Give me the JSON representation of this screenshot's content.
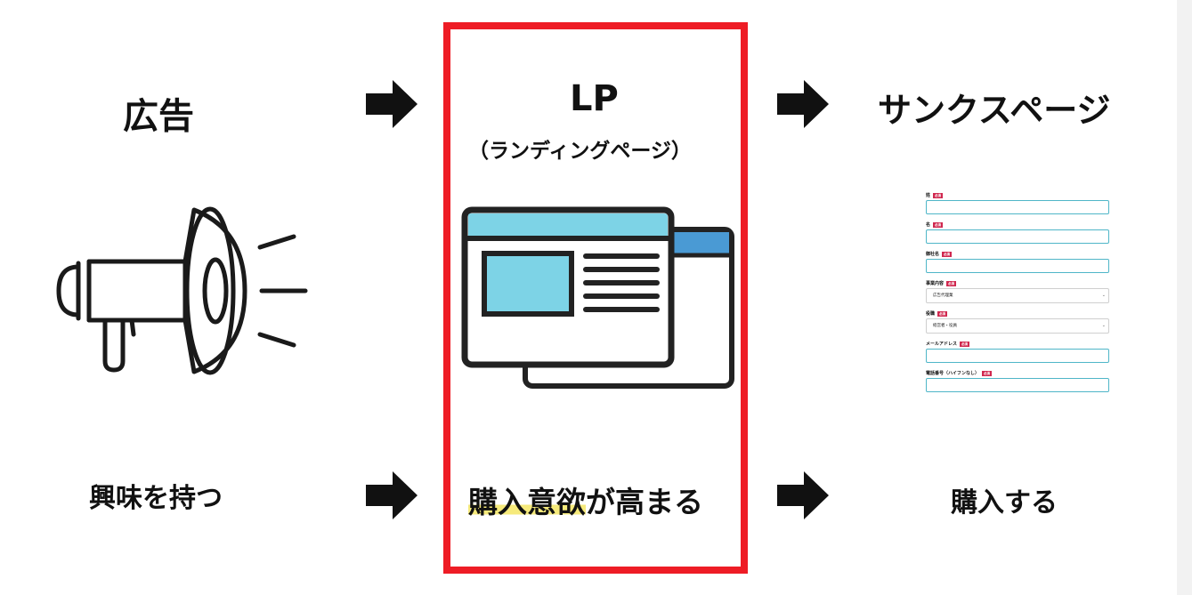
{
  "flow": {
    "step1": {
      "title": "広告",
      "caption": "興味を持つ"
    },
    "step2": {
      "title": "LP",
      "subtitle": "（ランディングページ）",
      "caption_highlight": "購入意欲",
      "caption_rest": "が高まる"
    },
    "step3": {
      "title": "サンクスページ",
      "caption": "購入する"
    }
  },
  "icons": {
    "megaphone": "megaphone-icon",
    "browser": "browser-windows-icon",
    "arrow": "arrow-right-icon"
  },
  "form": {
    "fields": [
      {
        "label": "姓",
        "badge": "必須",
        "type": "input"
      },
      {
        "label": "名",
        "badge": "必須",
        "type": "input"
      },
      {
        "label": "御社名",
        "badge": "必須",
        "type": "input"
      },
      {
        "label": "事業内容",
        "badge": "必須",
        "type": "select",
        "value": "広告代理業"
      },
      {
        "label": "役職",
        "badge": "必須",
        "type": "select",
        "value": "経営者・役員"
      },
      {
        "label": "メールアドレス",
        "badge": "必須",
        "type": "input"
      },
      {
        "label": "電話番号（ハイフンなし）",
        "badge": "必須",
        "type": "input"
      }
    ]
  },
  "colors": {
    "lp_border": "#ee1c25",
    "highlight": "#f6ea7b",
    "browser_header": "#7dd3e6",
    "browser_back_header": "#4a9ad4",
    "browser_image": "#7dd3e6",
    "outline": "#222222",
    "input_border": "#4fb6c8",
    "badge": "#d0284f"
  }
}
